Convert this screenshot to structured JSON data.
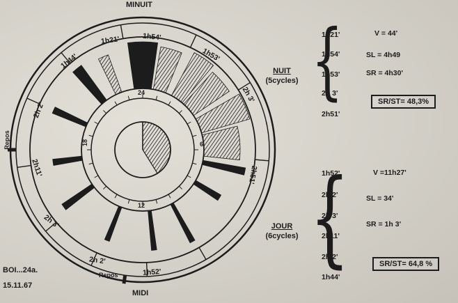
{
  "clock": {
    "top_label": "MINUIT",
    "bottom_label": "MIDI",
    "repos_left": "Repos",
    "repos_bottom": "Repos",
    "outer_labels": [
      "1h21'",
      "1h54'",
      "1h53'",
      "2h 3'",
      "2h51'",
      "1h52'",
      "2h 2'",
      "2h 3'",
      "2h11'",
      "2h 2'",
      "1h44'"
    ],
    "inner_labels": [
      "24",
      "6",
      "12",
      "18"
    ]
  },
  "nuit": {
    "title": "NUIT",
    "subtitle": "(5cycles)",
    "cycles": [
      "1h21'",
      "1h54'",
      "1h53'",
      "2h 3'",
      "2h51'"
    ],
    "v": "V  =   44'",
    "sl": "SL  =   4h49",
    "sr": "SR  =   4h30'",
    "ratio": "SR/ST= 48,3%"
  },
  "jour": {
    "title": "JOUR",
    "subtitle": "(6cycles)",
    "cycles": [
      "1h52'",
      "2h 2'",
      "2h 3'",
      "2h11'",
      "2h 2'",
      "1h44'"
    ],
    "v": "V =11h27'",
    "sl": "SL  =    34'",
    "sr": "SR  =  1h 3'",
    "ratio": "SR/ST= 64,8 %"
  },
  "footer": {
    "subject": "BOI...24a.",
    "date": "15.11.67"
  },
  "colors": {
    "ink": "#1c1c1c",
    "paper": "#d9d6cf"
  }
}
